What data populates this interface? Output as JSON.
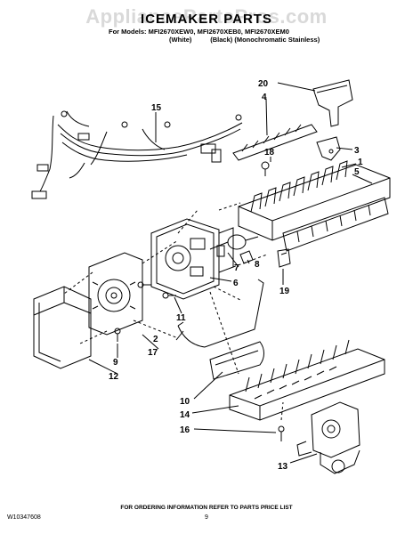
{
  "watermark": "AppliancePartsPros.com",
  "header": {
    "title": "ICEMAKER PARTS",
    "models_line": "For Models: MFI2670XEW0, MFI2670XEB0, MFI2670XEM0",
    "colors_line": "(White)          (Black) (Monochromatic Stainless)"
  },
  "callouts": [
    "1",
    "2",
    "3",
    "4",
    "5",
    "6",
    "7",
    "8",
    "9",
    "10",
    "11",
    "12",
    "13",
    "14",
    "15",
    "16",
    "17",
    "18",
    "19",
    "20"
  ],
  "footer": {
    "doc_number": "W10347608",
    "ordering_note": "FOR ORDERING INFORMATION REFER TO PARTS PRICE LIST",
    "page_number": "9"
  }
}
